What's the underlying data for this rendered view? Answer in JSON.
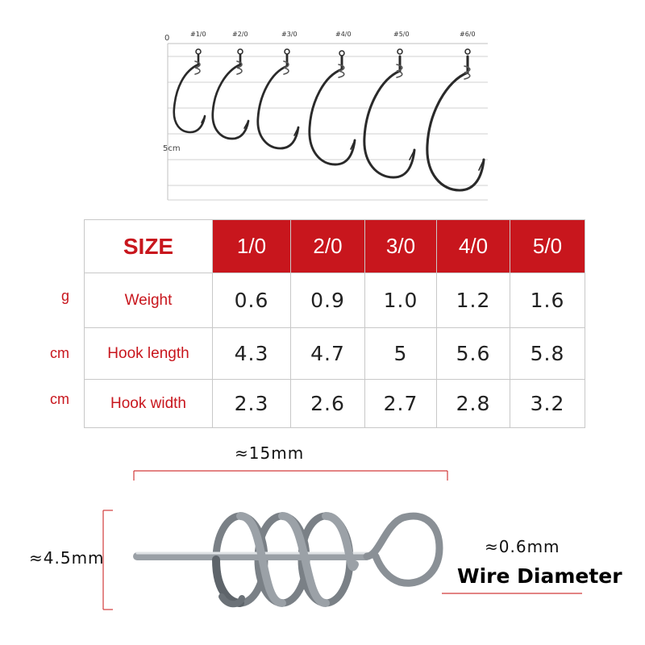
{
  "ruler": {
    "zero_label": "0",
    "five_label": "5cm",
    "size_labels": [
      "#1/0",
      "#2/0",
      "#3/0",
      "#4/0",
      "#5/0",
      "#6/0"
    ]
  },
  "table": {
    "header_label": "SIZE",
    "sizes": [
      "1/0",
      "2/0",
      "3/0",
      "4/0",
      "5/0"
    ],
    "rows": [
      {
        "unit": "g",
        "label": "Weight",
        "values": [
          "0.6",
          "0.9",
          "1.0",
          "1.2",
          "1.6"
        ]
      },
      {
        "unit": "cm",
        "label": "Hook length",
        "values": [
          "4.3",
          "4.7",
          "5",
          "5.6",
          "5.8"
        ]
      },
      {
        "unit": "cm",
        "label": "Hook width",
        "values": [
          "2.3",
          "2.6",
          "2.7",
          "2.8",
          "3.2"
        ]
      }
    ]
  },
  "spring": {
    "length_label": "≈15mm",
    "height_label": "≈4.5mm",
    "wire_label": "≈0.6mm",
    "wire_caption": "Wire Diameter"
  },
  "colors": {
    "accent": "#c8161d",
    "header_text": "#ffffff",
    "metal": "#9aa0a6"
  }
}
